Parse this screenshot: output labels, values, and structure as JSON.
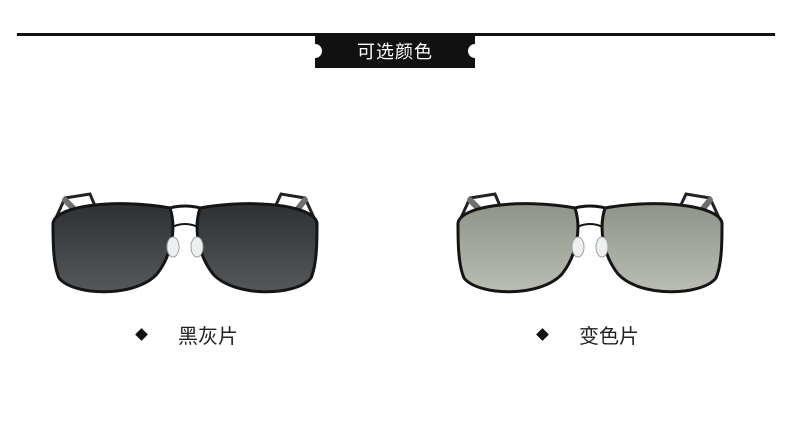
{
  "header": {
    "title": "可选颜色"
  },
  "options": [
    {
      "label": "黑灰片",
      "lens_color": "#3a3d40",
      "frame_color": "#151515",
      "icon": "diamond-bullet"
    },
    {
      "label": "变色片",
      "lens_color": "#a3a89e",
      "frame_color": "#151515",
      "icon": "diamond-bullet"
    }
  ]
}
